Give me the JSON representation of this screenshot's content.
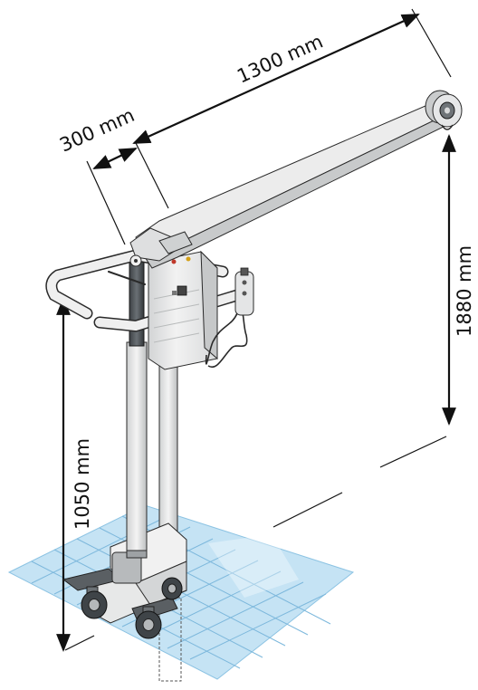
{
  "dimensions": {
    "boom_length": "1300 mm",
    "offset": "300 mm",
    "lift_height": "1880 mm",
    "base_height": "1050 mm"
  },
  "colors": {
    "floor_fill": "#bfe0f3",
    "floor_grid": "#6fb0d8",
    "steel_light": "#e9eaea",
    "steel_mid": "#c9cbcc",
    "steel_dark": "#4b5054",
    "outline": "#2a2a2a",
    "dimension_line": "#111111"
  },
  "icons": {
    "control_box_logo": "brand-mark-icon",
    "hand_control": "remote-control-icon",
    "pulley": "pulley-wheel-icon",
    "caster": "caster-wheel-icon"
  }
}
